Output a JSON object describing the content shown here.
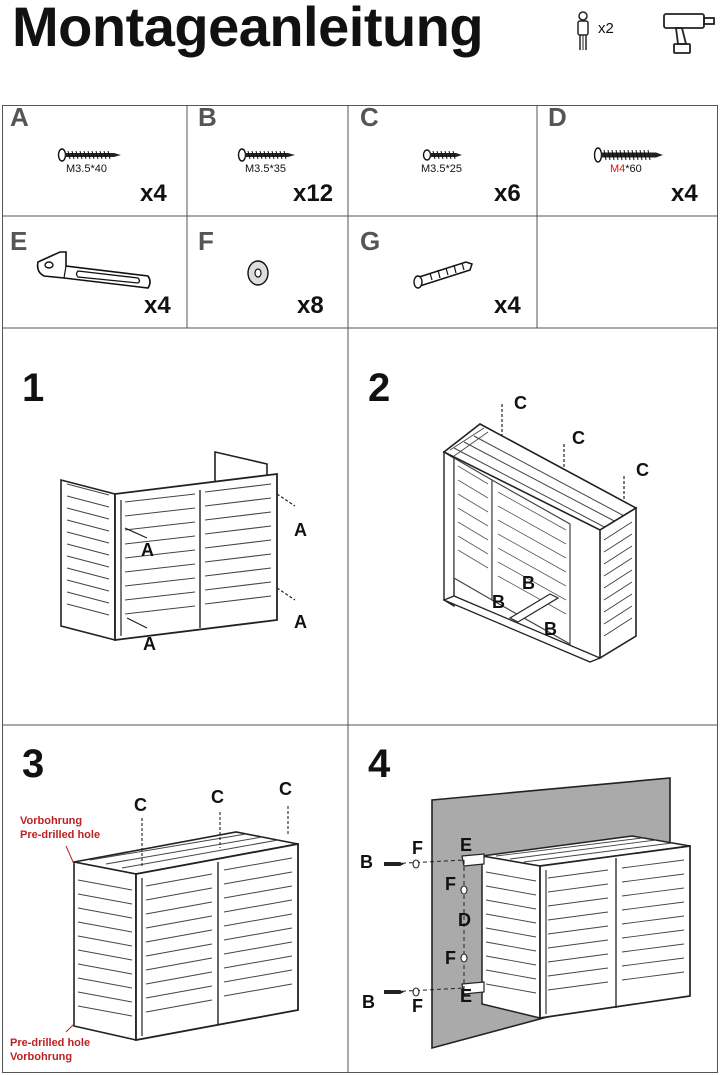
{
  "header": {
    "title": "Montageanleitung",
    "persons_count": "x2",
    "icons": [
      "person-icon",
      "drill-icon"
    ]
  },
  "parts": [
    {
      "letter": "A",
      "dim_main": "M3.5",
      "dim_rest": "*40",
      "qty": "x4"
    },
    {
      "letter": "B",
      "dim_main": "M3.5",
      "dim_rest": "*35",
      "qty": "x12"
    },
    {
      "letter": "C",
      "dim_main": "M3.5",
      "dim_rest": "*25",
      "qty": "x6"
    },
    {
      "letter": "D",
      "dim_main": "M4",
      "dim_rest": "*60",
      "qty": "x4"
    },
    {
      "letter": "E",
      "qty": "x4"
    },
    {
      "letter": "F",
      "qty": "x8"
    },
    {
      "letter": "G",
      "qty": "x4"
    }
  ],
  "steps": [
    {
      "number": "1",
      "callouts": [
        "A",
        "A",
        "A",
        "A"
      ]
    },
    {
      "number": "2",
      "callouts": [
        "C",
        "C",
        "C",
        "B",
        "B",
        "B"
      ]
    },
    {
      "number": "3",
      "callouts": [
        "C",
        "C",
        "C"
      ],
      "note_top_de": "Vorbohrung",
      "note_top_en": "Pre-drilled hole",
      "note_bottom_en": "Pre-drilled hole",
      "note_bottom_de": "Vorbohrung"
    },
    {
      "number": "4",
      "callouts": [
        "B",
        "F",
        "E",
        "F",
        "D",
        "F",
        "B",
        "F",
        "E"
      ]
    }
  ],
  "colors": {
    "line": "#222222",
    "border": "#555555",
    "note_red": "#bb2222",
    "wall": "#aaaaaa"
  }
}
